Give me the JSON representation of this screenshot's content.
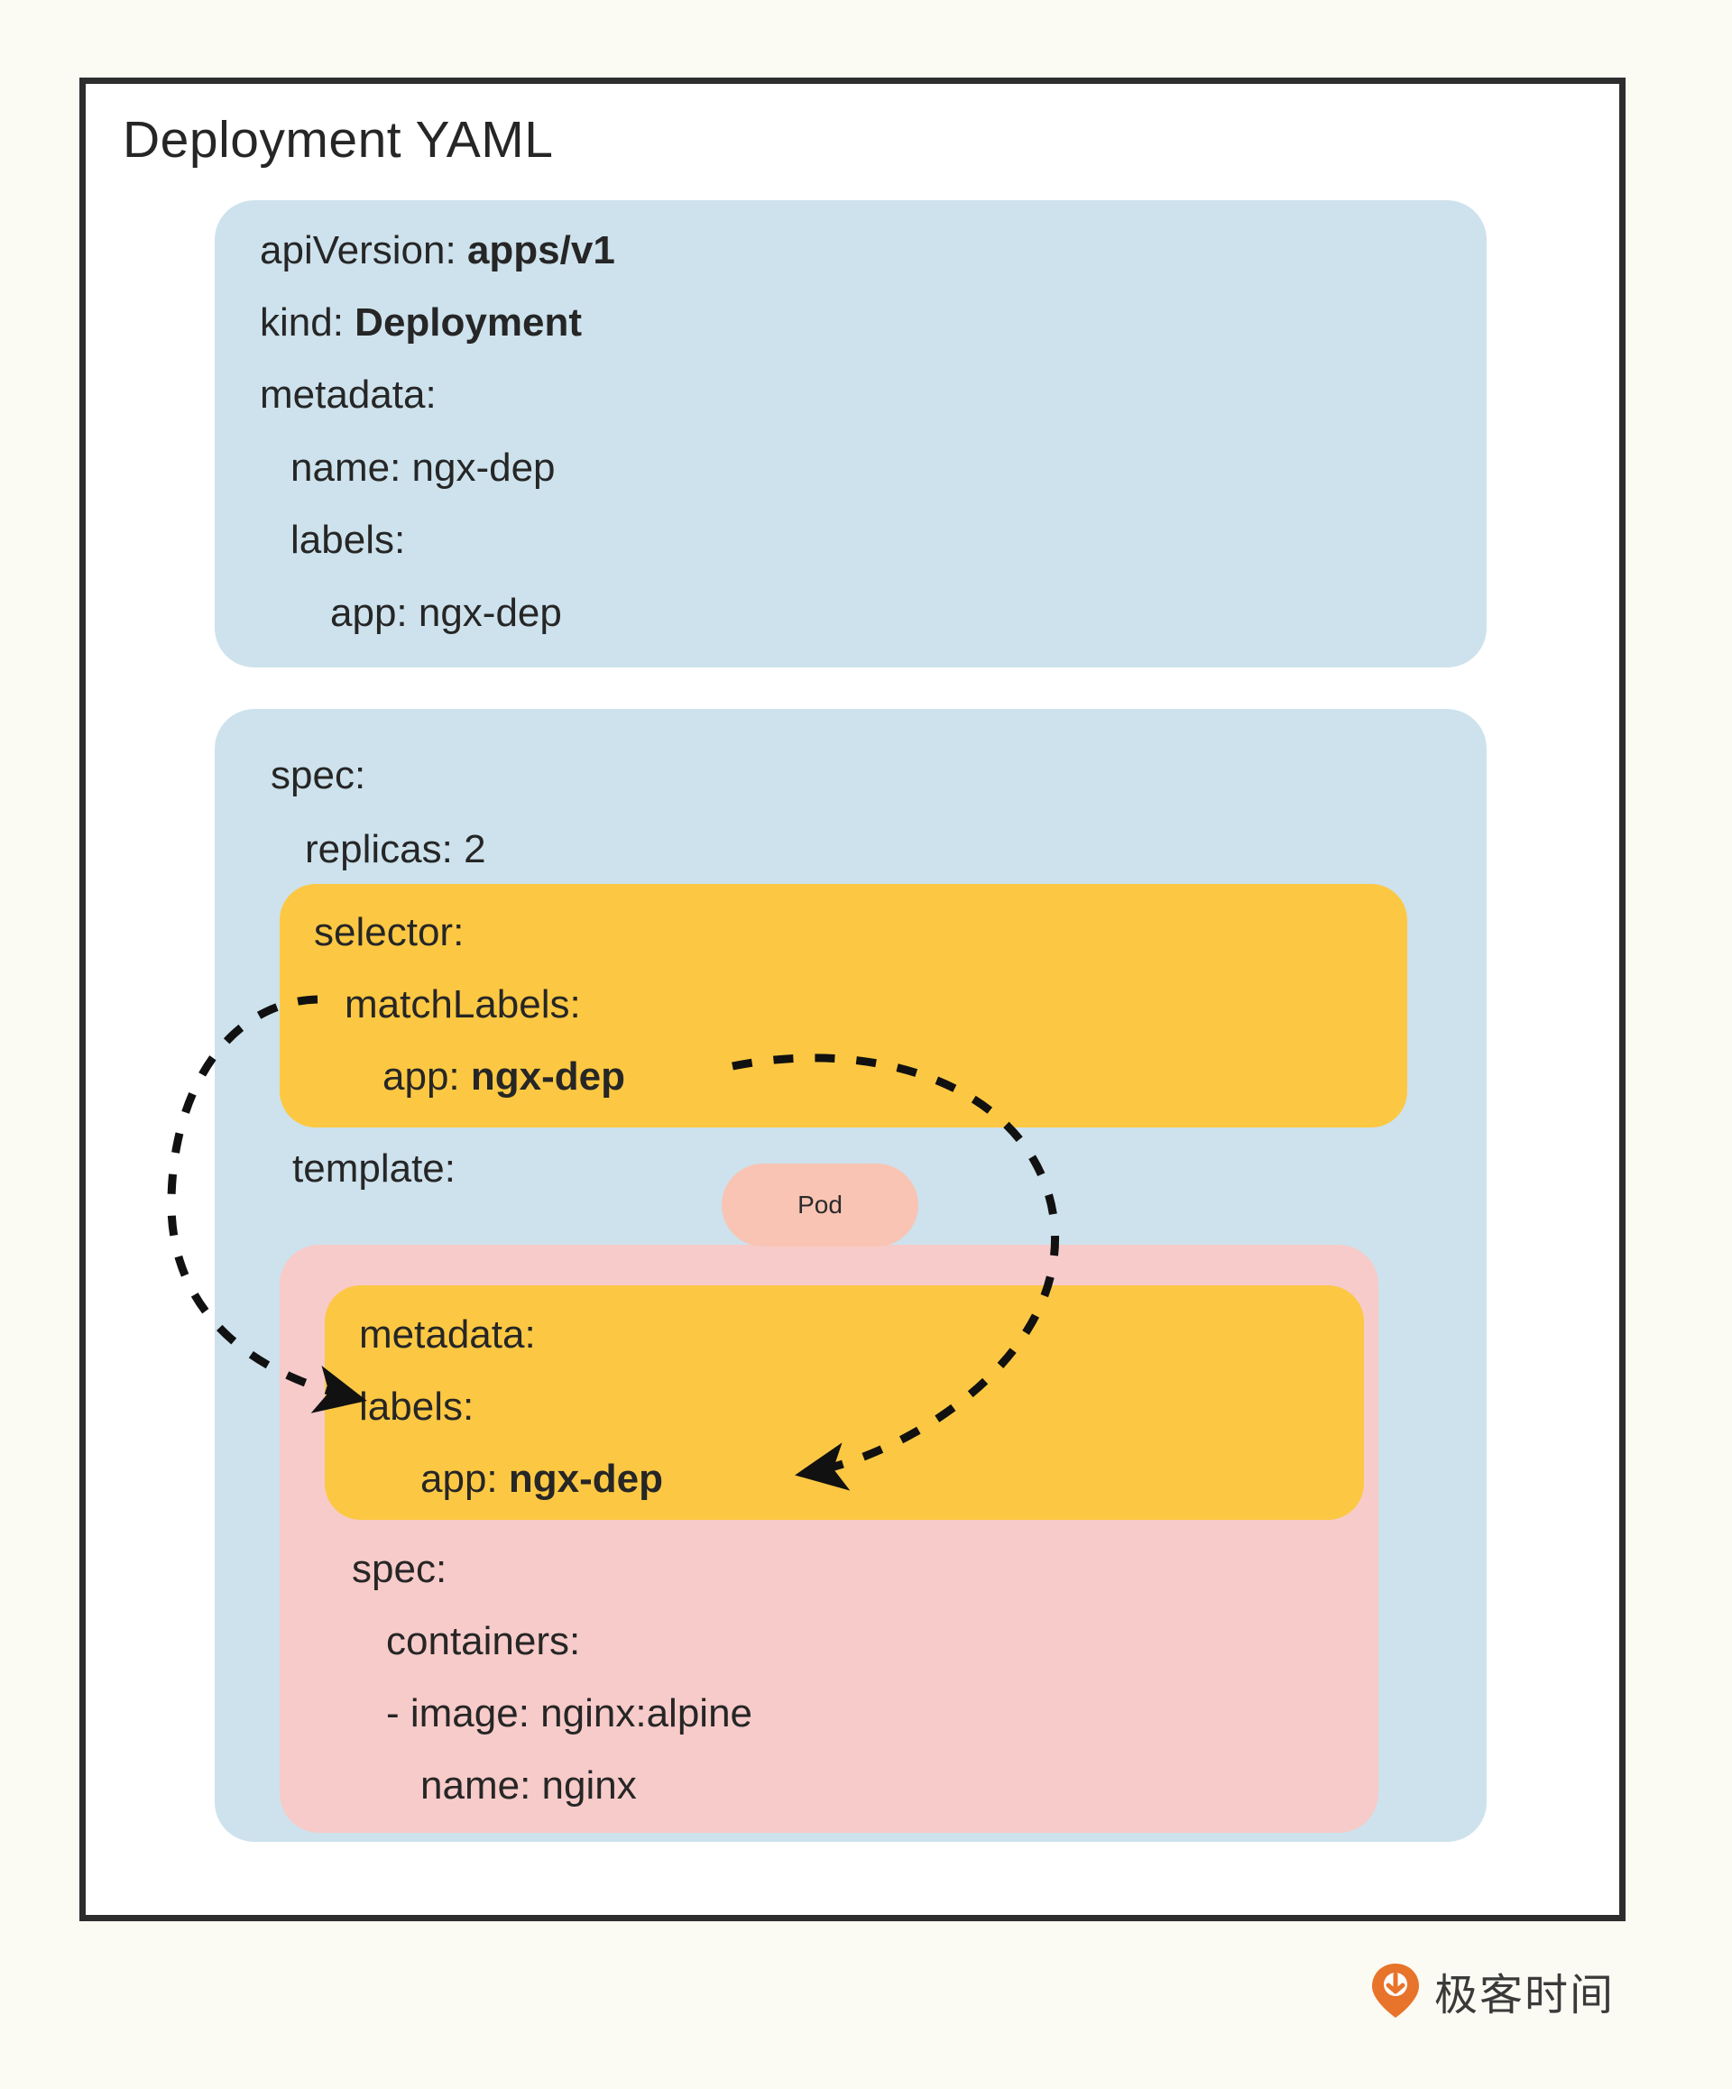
{
  "page": {
    "title": "Deployment YAML",
    "background_color": "#fbfaf3",
    "frame_border_color": "#2d2d2d"
  },
  "colors": {
    "blue_block": "#cde2ec",
    "amber_block": "#fcc843",
    "pink_block": "#f7cbc9",
    "pod_badge": "#f9c4b4",
    "text": "#262626",
    "arrow": "#111111",
    "logo_orange": "#e8732a"
  },
  "metadata_block": {
    "lines": [
      {
        "key": "apiVersion:",
        "value": "apps/v1",
        "bold_value": true,
        "indent": 0
      },
      {
        "key": "kind:",
        "value": "Deployment",
        "bold_value": true,
        "indent": 0
      },
      {
        "key": "metadata:",
        "value": "",
        "bold_value": false,
        "indent": 0
      },
      {
        "key": "name:",
        "value": "ngx-dep",
        "bold_value": false,
        "indent": 1
      },
      {
        "key": "labels:",
        "value": "",
        "bold_value": false,
        "indent": 1
      },
      {
        "key": "app:",
        "value": "ngx-dep",
        "bold_value": false,
        "indent": 2
      }
    ]
  },
  "spec_block": {
    "lines": [
      {
        "key": "spec:",
        "value": "",
        "bold_value": false,
        "indent": 0
      },
      {
        "key": "replicas:",
        "value": "2",
        "bold_value": false,
        "indent": 1
      }
    ],
    "template_label": "template:"
  },
  "selector_block": {
    "lines": [
      {
        "key": "selector:",
        "value": "",
        "bold_value": false,
        "indent": 0
      },
      {
        "key": "matchLabels:",
        "value": "",
        "bold_value": false,
        "indent": 1
      },
      {
        "key": "app:",
        "value": "ngx-dep",
        "bold_value": true,
        "indent": 2
      }
    ]
  },
  "pod_badge": {
    "label": "Pod"
  },
  "pod_template": {
    "labels_lines": [
      {
        "key": "metadata:",
        "value": "",
        "bold_value": false,
        "indent": 0
      },
      {
        "key": "labels:",
        "value": "",
        "bold_value": false,
        "indent": 0
      },
      {
        "key": "app:",
        "value": "ngx-dep",
        "bold_value": true,
        "indent": 1
      }
    ],
    "spec_lines": [
      {
        "key": "spec:",
        "value": "",
        "bold_value": false,
        "indent": 0
      },
      {
        "key": "containers:",
        "value": "",
        "bold_value": false,
        "indent": 1
      },
      {
        "key": "- image:",
        "value": "nginx:alpine",
        "bold_value": false,
        "indent": 2
      },
      {
        "key": "name:",
        "value": "nginx",
        "bold_value": false,
        "indent": 3
      }
    ]
  },
  "annotations": {
    "link_description": "dashed arc linking selector.matchLabels to template.metadata.labels"
  },
  "logo": {
    "text": "极客时间",
    "mark": "geektime-pin-icon"
  },
  "text_lines": {
    "api_version": "apiVersion: ",
    "api_version_value": "apps/v1",
    "kind": "kind: ",
    "kind_value": "Deployment",
    "metadata": "metadata:",
    "name": "name: ngx-dep",
    "labels": "labels:",
    "app_label": "app: ngx-dep",
    "spec": "spec:",
    "replicas": "replicas: 2",
    "selector": "selector:",
    "match_labels": "matchLabels:",
    "selector_app": "app: ",
    "selector_app_value": "ngx-dep",
    "template": "template:",
    "pod_metadata": "metadata:",
    "pod_labels": "labels:",
    "pod_app": "app: ",
    "pod_app_value": "ngx-dep",
    "pod_spec": "spec:",
    "containers": "containers:",
    "image": "- image: nginx:alpine",
    "container_name": "name: nginx"
  }
}
